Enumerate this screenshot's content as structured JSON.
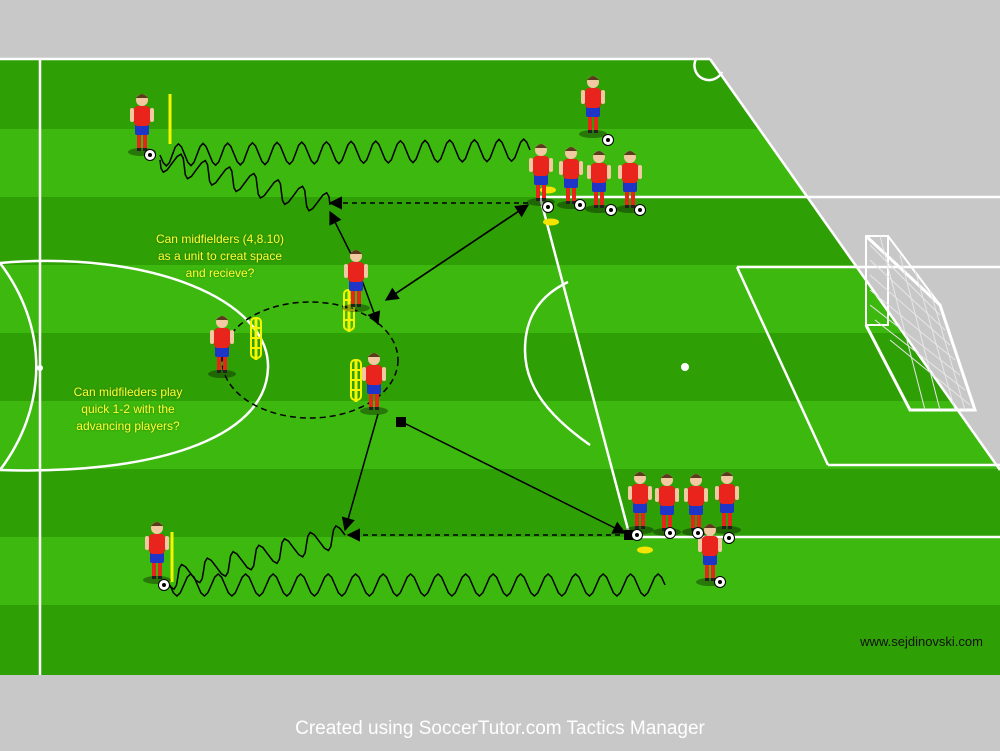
{
  "annotations": {
    "top": [
      "Can midfielders (4,8.10)",
      "as a unit to creat space",
      "and recieve?"
    ],
    "left": [
      "Can midfileders play",
      "quick 1-2 with the",
      "advancing players?"
    ]
  },
  "watermark": "www.sejdinovski.com",
  "footer": "Created using SoccerTutor.com Tactics Manager",
  "colors": {
    "pitch_dark": "#2f9f06",
    "pitch_light": "#3cb80e",
    "lines": "#ffffff",
    "player_shirt": "#e8241c",
    "player_shorts": "#1f35c8",
    "pole": "#f5f500",
    "cone": "#f5e400",
    "text_note": "#ffff33"
  },
  "icons": [
    "player-icon",
    "ball-icon",
    "pole-icon",
    "cone-icon",
    "goal-icon",
    "mannequin-icon"
  ]
}
